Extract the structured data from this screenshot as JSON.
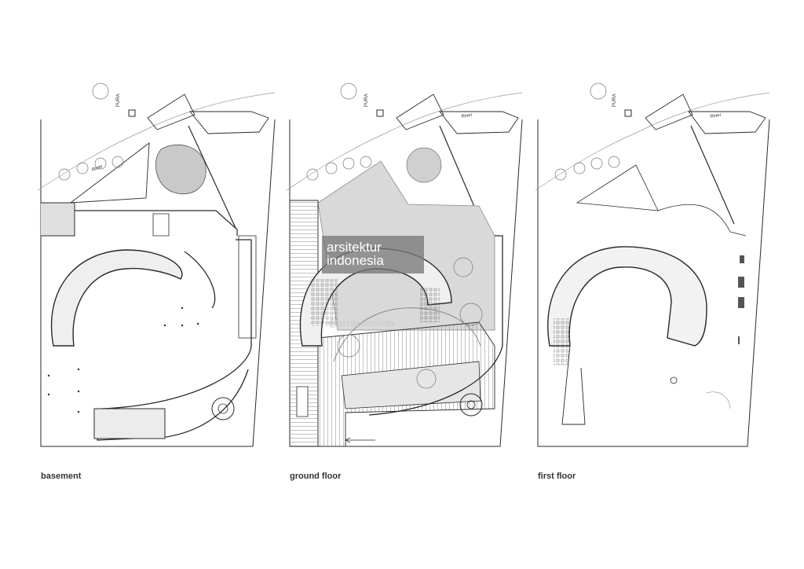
{
  "plans": {
    "basement": {
      "caption": "basement",
      "pura": "PURA",
      "river": "River"
    },
    "ground": {
      "caption": "ground floor",
      "pura": "PURA",
      "river": "River"
    },
    "first": {
      "caption": "first floor",
      "pura": "PURA",
      "river": "River"
    }
  },
  "watermark": {
    "brand_line1": "arsitektur",
    "brand_line2": "indonesia",
    "handle": "@arsitekturindo"
  },
  "colors": {
    "line": "#2a2a2a",
    "fill_grey": "#d6d6d6",
    "fill_light": "#ebebeb"
  }
}
